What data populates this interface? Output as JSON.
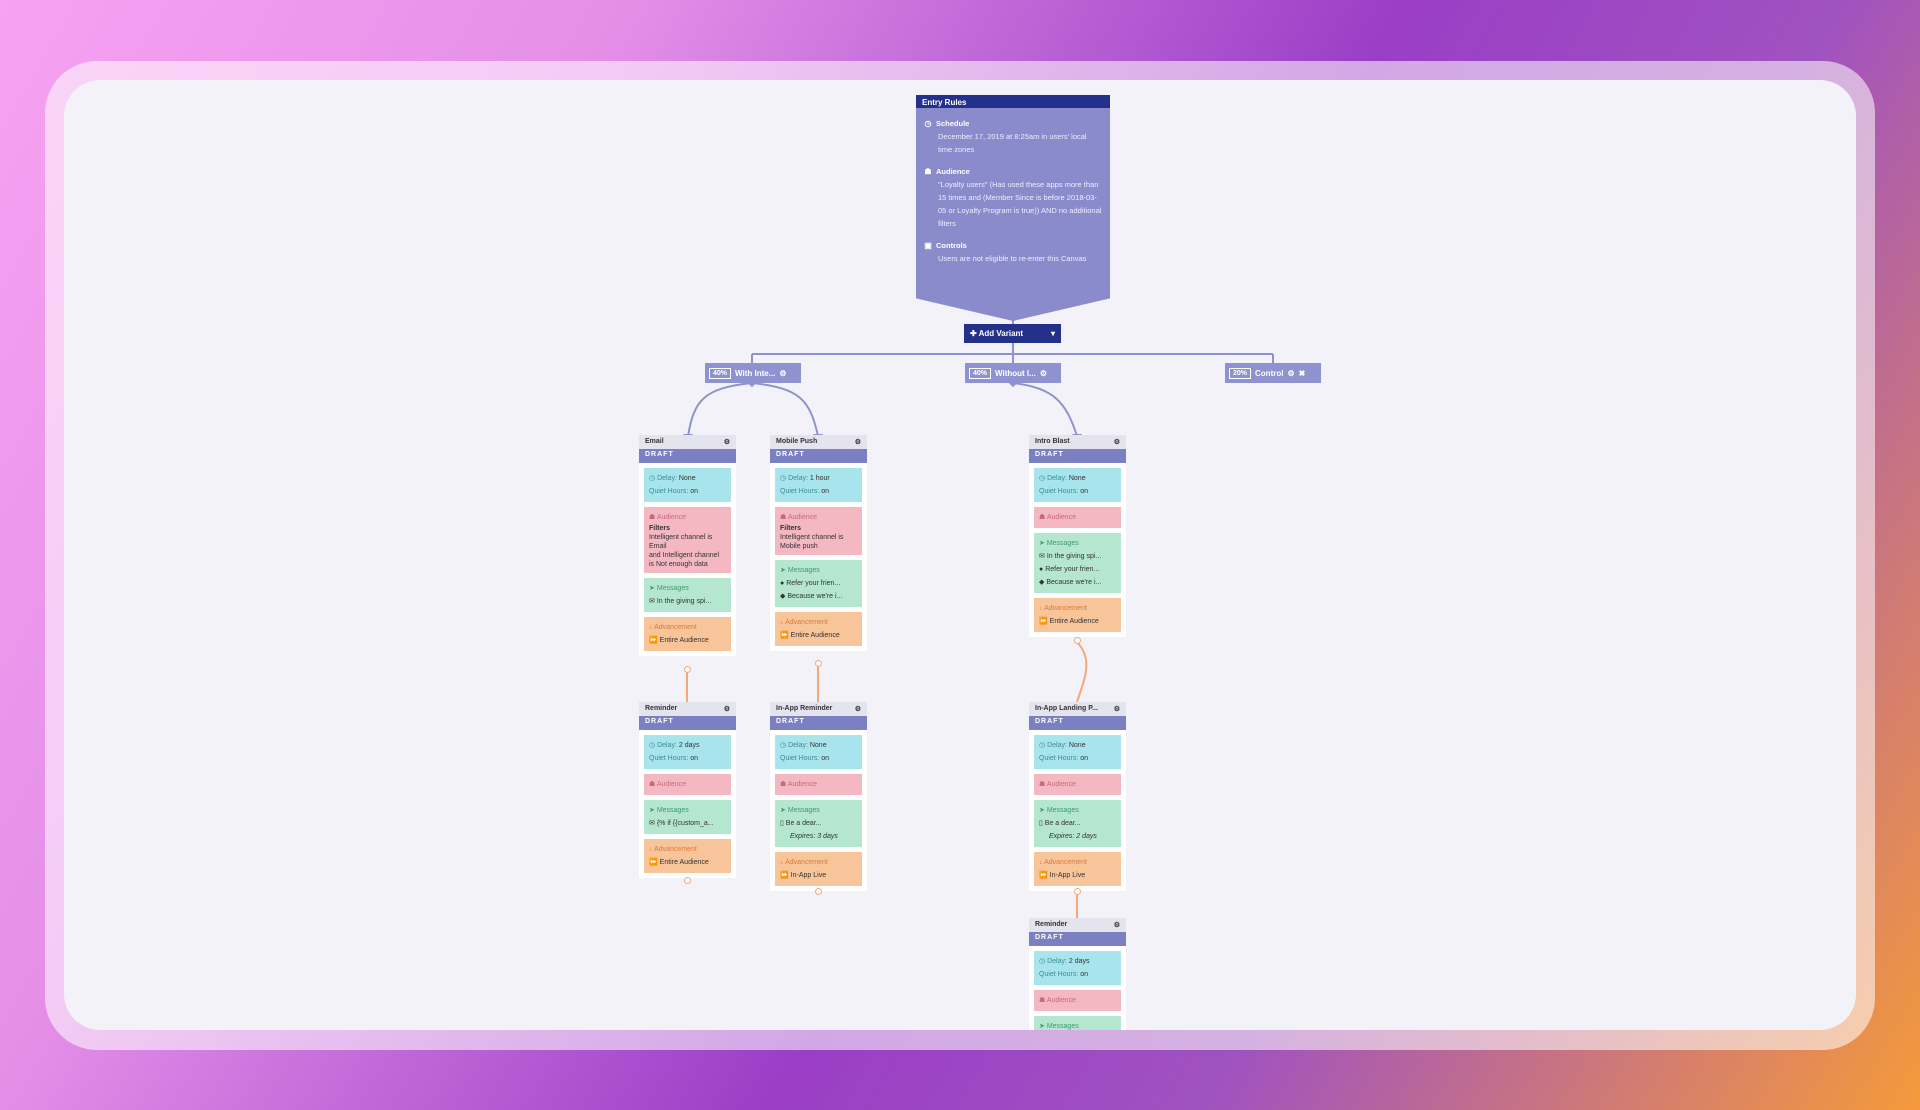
{
  "entry_rules": {
    "title": "Entry Rules",
    "schedule_title": "Schedule",
    "schedule_text": "December 17, 2019 at 8:25am in users' local time zones",
    "audience_title": "Audience",
    "audience_text": "\"Loyalty users\" (Has used these apps more than 15 times and (Member Since is before 2018-03-05 or Loyalty Program is true)) AND no additional filters",
    "controls_title": "Controls",
    "controls_text": "Users are not eligible to re-enter this Canvas"
  },
  "add_variant_label": "Add Variant",
  "variants": [
    {
      "pct": "40%",
      "name": "With Inte..."
    },
    {
      "pct": "40%",
      "name": "Without I..."
    },
    {
      "pct": "20%",
      "name": "Control"
    }
  ],
  "labels": {
    "draft": "DRAFT",
    "delay": "Delay:",
    "quiet_hours": "Quiet Hours:",
    "audience": "Audience",
    "messages": "Messages",
    "advancement": "Advancement",
    "filters": "Filters"
  },
  "steps": {
    "email": {
      "title": "Email",
      "delay": "None",
      "quiet": "on",
      "filter_lines": [
        "Intelligent channel is Email",
        "and Intelligent channel is Not enough data"
      ],
      "messages": [
        "In the giving spi..."
      ],
      "advancement": "Entire Audience"
    },
    "mobile_push": {
      "title": "Mobile Push",
      "delay": "1 hour",
      "quiet": "on",
      "filter_lines": [
        "Intelligent channel is Mobile push"
      ],
      "messages": [
        "Refer your frien...",
        "Because we're i..."
      ],
      "advancement": "Entire Audience"
    },
    "intro_blast": {
      "title": "Intro Blast",
      "delay": "None",
      "quiet": "on",
      "messages": [
        "In the giving spi...",
        "Refer your frien...",
        "Because we're i..."
      ],
      "advancement": "Entire Audience"
    },
    "reminder_1": {
      "title": "Reminder",
      "delay": "2 days",
      "quiet": "on",
      "messages": [
        "{% if {{custom_a..."
      ],
      "advancement": "Entire Audience"
    },
    "inapp_reminder": {
      "title": "In-App Reminder",
      "delay": "None",
      "quiet": "on",
      "messages": [
        "Be a dear..."
      ],
      "expires": "Expires: 3 days",
      "advancement": "In-App Live"
    },
    "inapp_landing": {
      "title": "In-App Landing P...",
      "delay": "None",
      "quiet": "on",
      "messages": [
        "Be a dear..."
      ],
      "expires": "Expires: 2 days",
      "advancement": "In-App Live"
    },
    "reminder_2": {
      "title": "Reminder",
      "delay": "2 days",
      "quiet": "on"
    }
  }
}
